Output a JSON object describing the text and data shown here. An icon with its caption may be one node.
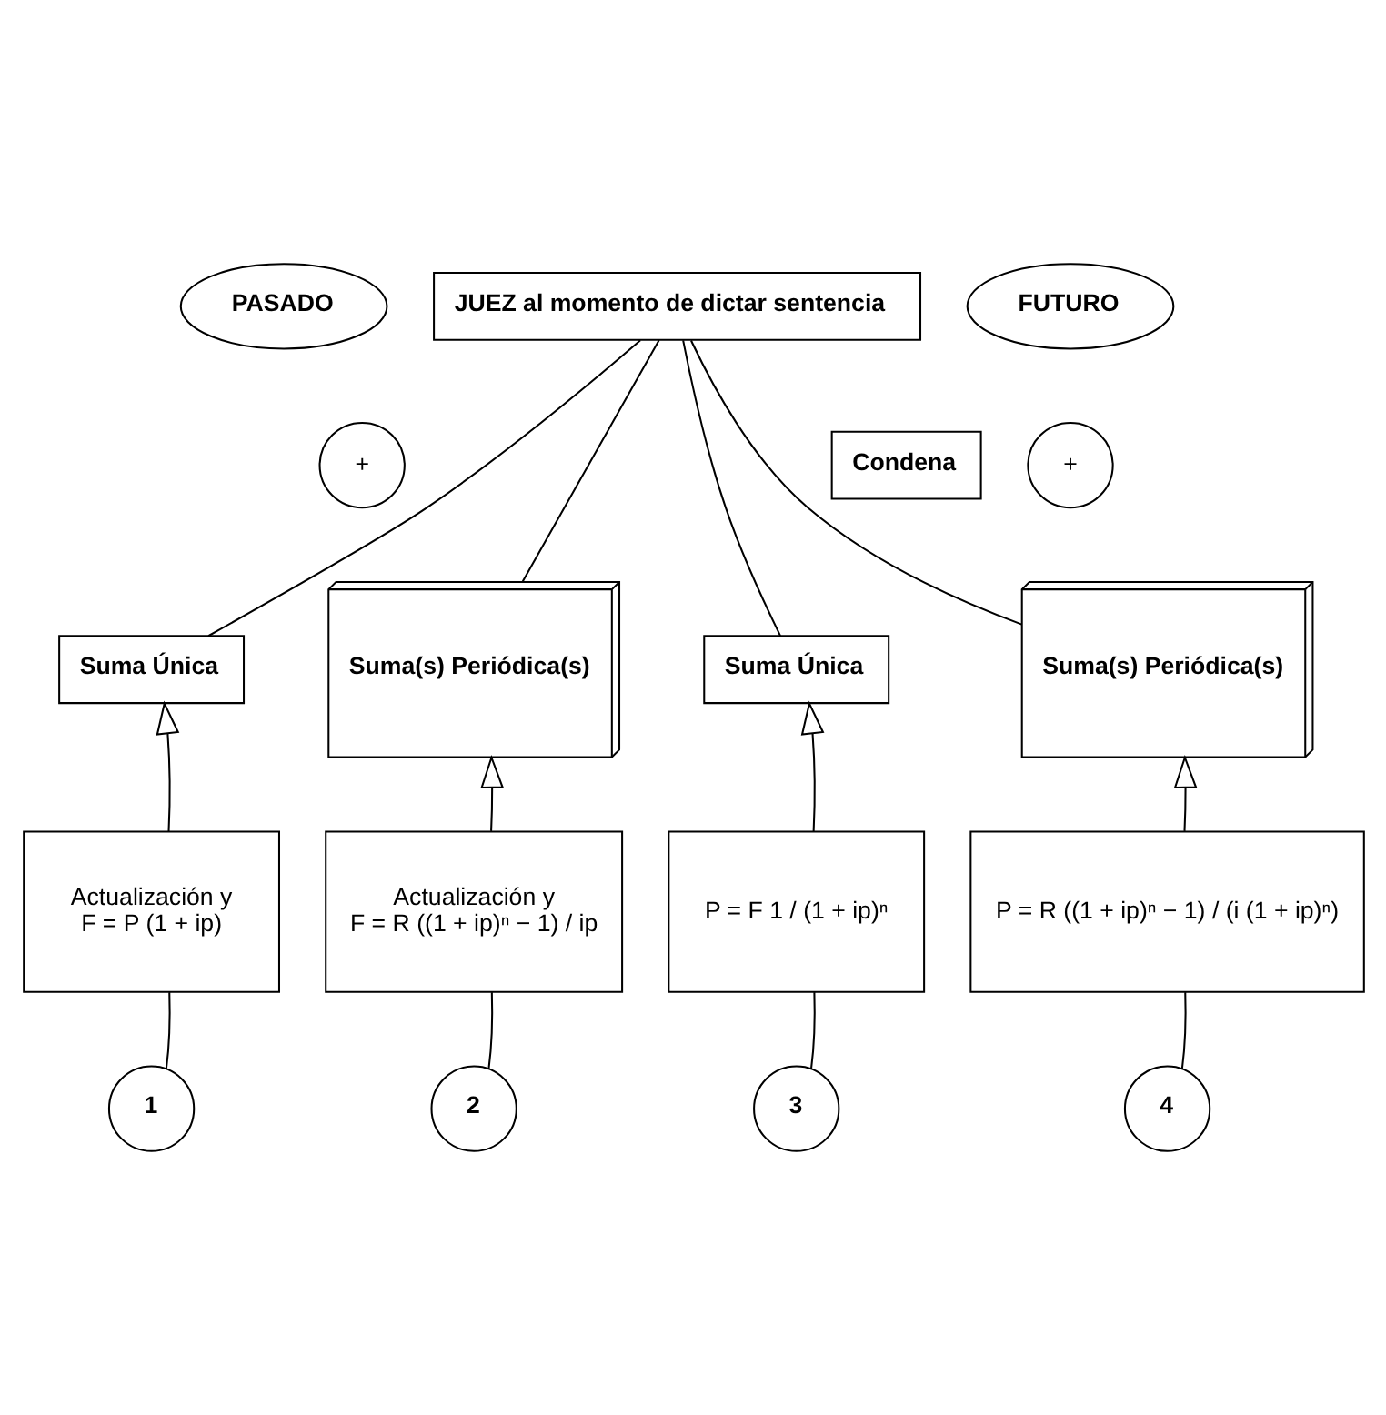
{
  "diagram": {
    "nodes": [
      {
        "text": [
          "PASADO"
        ]
      },
      {
        "text": [
          "JUEZ al momento de dictar sentencia"
        ]
      },
      {
        "text": [
          "FUTURO"
        ]
      },
      {
        "text": [
          "+"
        ]
      },
      {
        "text": [
          "+"
        ]
      },
      {
        "text": [
          "Condena"
        ]
      },
      {
        "text": [
          "Suma Única"
        ]
      },
      {
        "text": [
          "Suma(s) Periódica(s)"
        ]
      },
      {
        "text": [
          "Suma Única"
        ]
      },
      {
        "text": [
          "Suma(s) Periódica(s)"
        ]
      },
      {
        "text": [
          "Actualización y",
          "F = P (1 + ip)"
        ]
      },
      {
        "text": [
          "Actualización y",
          "F = R ((1 + ip)ⁿ − 1) / ip"
        ]
      },
      {
        "text": [
          "P = F 1 / (1 + ip)ⁿ"
        ]
      },
      {
        "text": [
          "P = R ((1 + ip)ⁿ − 1) / (i (1 + ip)ⁿ)"
        ]
      },
      {
        "text": [
          "1"
        ]
      },
      {
        "text": [
          "2"
        ]
      },
      {
        "text": [
          "3"
        ]
      },
      {
        "text": [
          "4"
        ]
      }
    ],
    "edges": [
      {
        "from": 1,
        "to": 6,
        "arrow": "none"
      },
      {
        "from": 1,
        "to": 7,
        "arrow": "none"
      },
      {
        "from": 1,
        "to": 8,
        "arrow": "none"
      },
      {
        "from": 1,
        "to": 9,
        "arrow": "none"
      },
      {
        "from": 10,
        "to": 6,
        "arrow": "to"
      },
      {
        "from": 11,
        "to": 7,
        "arrow": "to"
      },
      {
        "from": 12,
        "to": 8,
        "arrow": "to"
      },
      {
        "from": 13,
        "to": 9,
        "arrow": "to"
      },
      {
        "from": 14,
        "to": 10,
        "arrow": "none"
      },
      {
        "from": 15,
        "to": 11,
        "arrow": "none"
      },
      {
        "from": 16,
        "to": 12,
        "arrow": "none"
      },
      {
        "from": 17,
        "to": 13,
        "arrow": "none"
      }
    ]
  }
}
